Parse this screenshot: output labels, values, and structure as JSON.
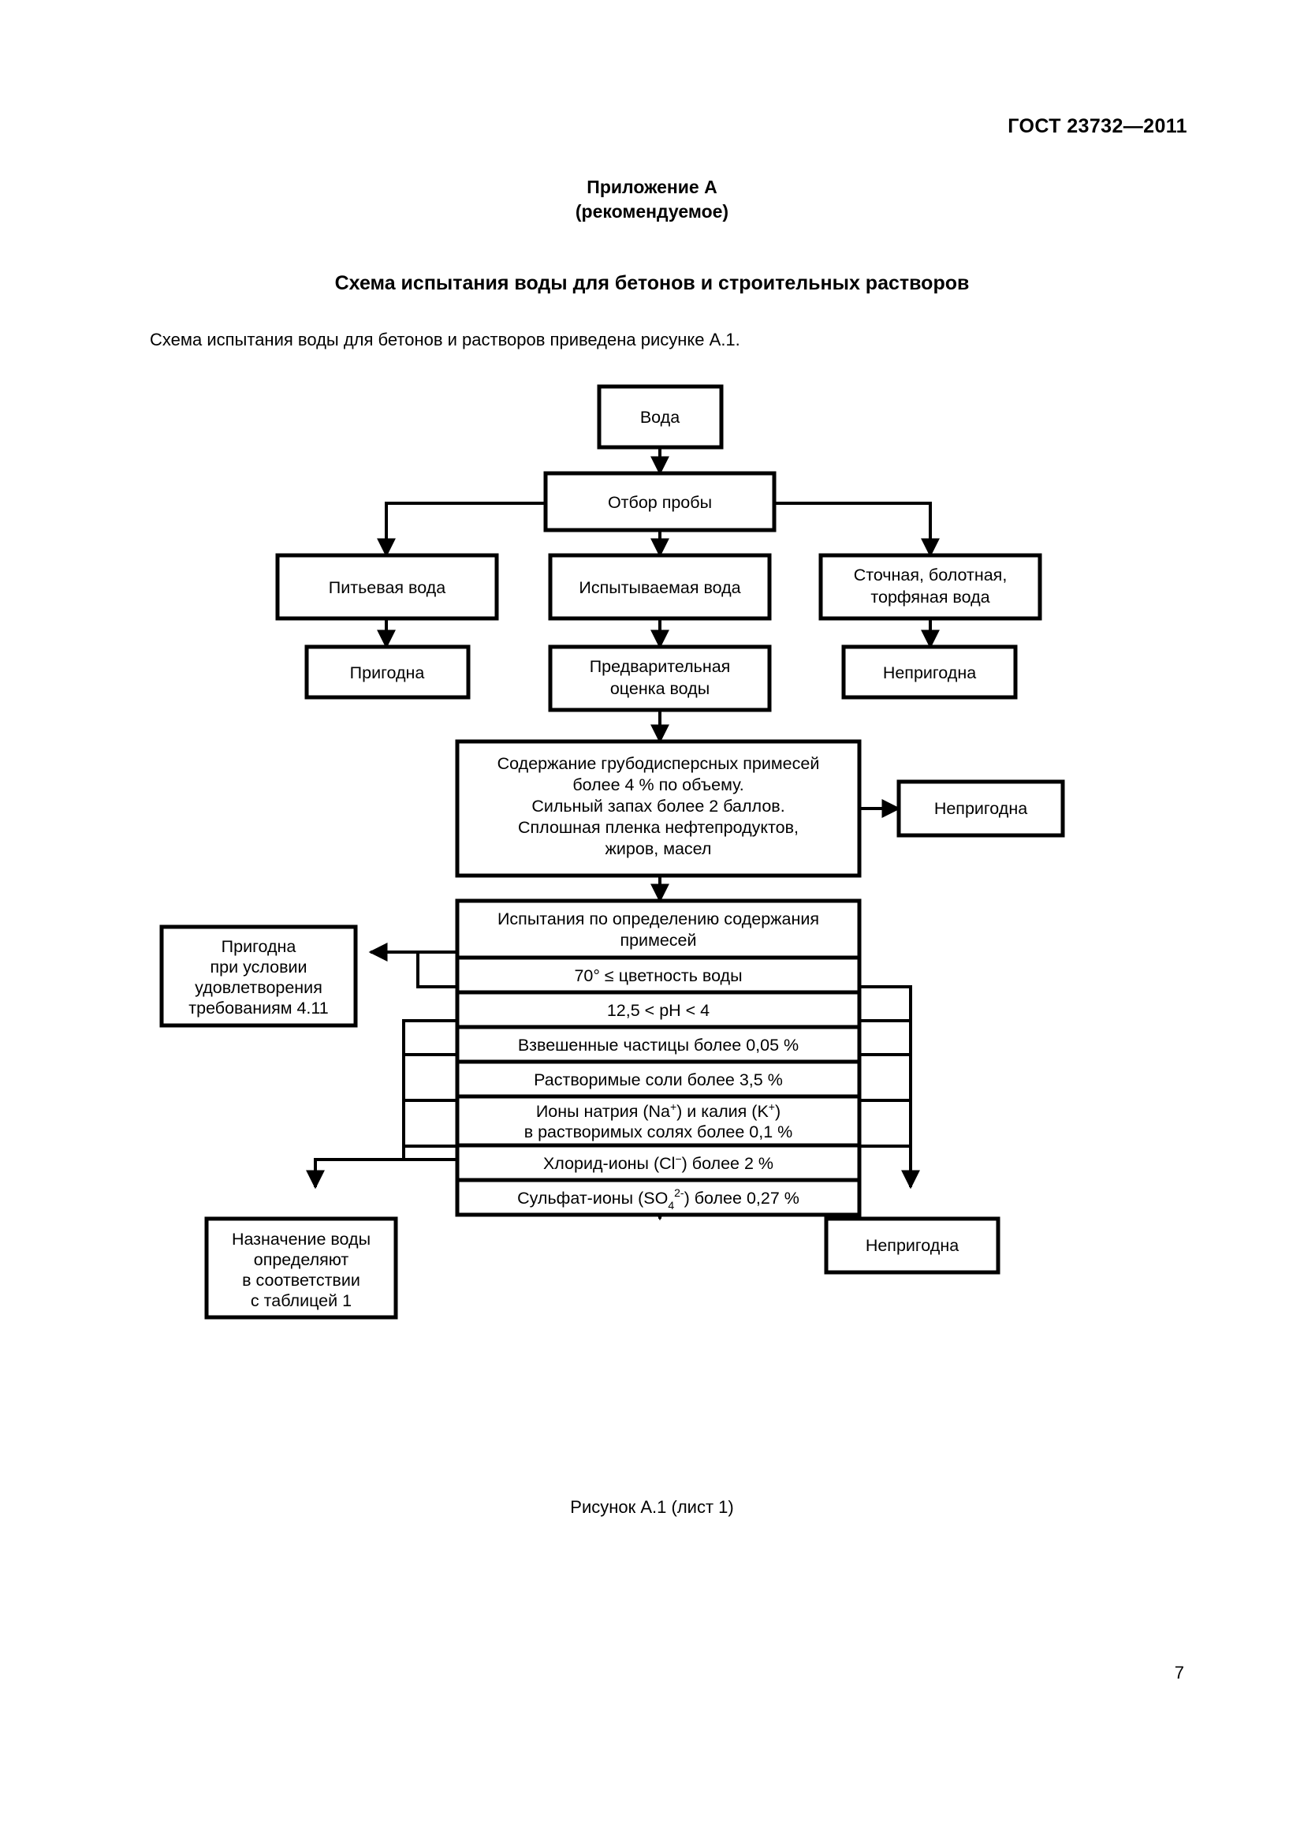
{
  "document": {
    "standard_header": "ГОСТ 23732—2011",
    "page_number": "7"
  },
  "appendix": {
    "line1": "Приложение А",
    "line2": "(рекомендуемое)"
  },
  "scheme_title": "Схема испытания воды для бетонов и строительных растворов",
  "intro_text": "Схема испытания воды для бетонов и растворов приведена рисунке А.1.",
  "figure": {
    "caption": "Рисунок А.1 (лист 1)",
    "nodes": {
      "water": "Вода",
      "sampling": "Отбор пробы",
      "drinking_water": "Питьевая вода",
      "tested_water": "Испытываемая вода",
      "waste_water_l1": "Сточная, болотная,",
      "waste_water_l2": "торфяная вода",
      "suitable": "Пригодна",
      "preliminary_l1": "Предварительная",
      "preliminary_l2": "оценка воды",
      "unsuitable_right_top": "Непригодна",
      "coarse_l1": "Содержание грубодисперсных примесей",
      "coarse_l2": "более 4 % по объему.",
      "coarse_l3": "Сильный запах более 2 баллов.",
      "coarse_l4": "Сплошная пленка нефтепродуктов,",
      "coarse_l5": "жиров, масел",
      "unsuitable_mid_right": "Непригодна",
      "tests_l1": "Испытания по определению содержания",
      "tests_l2": "примесей",
      "criteria_color": "70° ≤ цветность воды",
      "criteria_ph": "12,5 < pH < 4",
      "criteria_suspended": "Взвешенные частицы более 0,05 %",
      "criteria_salts": "Растворимые соли более 3,5 %",
      "criteria_nak_l1_a": "Ионы натрия (Na",
      "criteria_nak_l1_sup1": "+",
      "criteria_nak_l1_b": ") и калия (K",
      "criteria_nak_l1_sup2": "+",
      "criteria_nak_l1_c": ")",
      "criteria_nak_l2": "в растворимых солях более 0,1 %",
      "criteria_chloride_a": "Хлорид-ионы (Cl",
      "criteria_chloride_sup": "−",
      "criteria_chloride_b": ") более 2 %",
      "criteria_sulfate_a": "Сульфат-ионы (SO",
      "criteria_sulfate_sub": "4",
      "criteria_sulfate_sup": "2-",
      "criteria_sulfate_b": ") более 0,27 %",
      "suitable_cond_l1": "Пригодна",
      "suitable_cond_l2": "при условии",
      "suitable_cond_l3": "удовлетворения",
      "suitable_cond_l4": "требованиям 4.11",
      "assignment_l1": "Назначение воды",
      "assignment_l2": "определяют",
      "assignment_l3": "в соответствии",
      "assignment_l4": "с таблицей 1",
      "unsuitable_bottom": "Непригодна"
    }
  },
  "colors": {
    "ink": "#000000",
    "paper": "#ffffff"
  }
}
